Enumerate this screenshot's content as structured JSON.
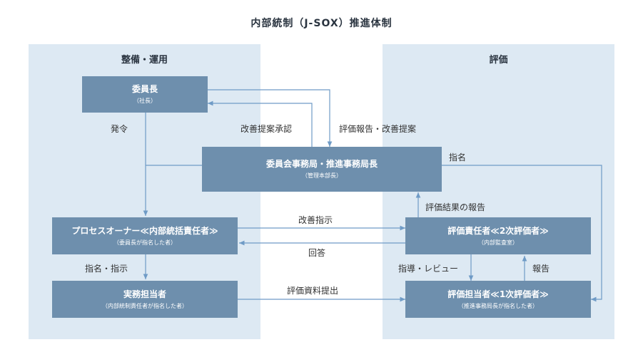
{
  "title": "内部統制（J-SOX）推進体制",
  "panels": {
    "left": "整備・運用",
    "right": "評価"
  },
  "boxes": {
    "committee_chair": {
      "title": "委員長",
      "sub": "（社長）"
    },
    "secretariat": {
      "title": "委員会事務局・推進事務局長",
      "sub": "（管理本部長）"
    },
    "process_owner": {
      "title": "プロセスオーナー≪内部統括責任者≫",
      "sub": "（委員長が指名した者）"
    },
    "practitioner": {
      "title": "実務担当者",
      "sub": "（内部統制責任者が指名した者）"
    },
    "eval_manager": {
      "title": "評価責任者≪2次評価者≫",
      "sub": "（内部監査室）"
    },
    "eval_staff": {
      "title": "評価担当者≪1次評価者≫",
      "sub": "（推進事務局長が指名した者）"
    }
  },
  "labels": {
    "order": "発令",
    "approve": "改善提案承認",
    "report_proposal": "評価報告・改善提案",
    "appoint": "指名",
    "result_report": "評価結果の報告",
    "improve_instruction": "改善指示",
    "answer": "回答",
    "appoint_instruct": "指名・指示",
    "guide_review": "指導・レビュー",
    "report": "報告",
    "submit_materials": "評価資料提出"
  },
  "colors": {
    "panel_bg": "#dde9f3",
    "box_fill": "#6e8fad",
    "arrow": "#6f9bc6"
  }
}
